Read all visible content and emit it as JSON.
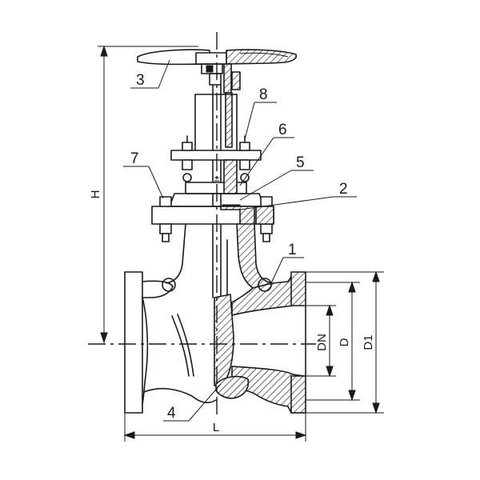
{
  "part_labels": [
    {
      "id": "1",
      "text": "1"
    },
    {
      "id": "2",
      "text": "2"
    },
    {
      "id": "3",
      "text": "3"
    },
    {
      "id": "4",
      "text": "4"
    },
    {
      "id": "5",
      "text": "5"
    },
    {
      "id": "6",
      "text": "6"
    },
    {
      "id": "7",
      "text": "7"
    },
    {
      "id": "8",
      "text": "8"
    }
  ],
  "dimensions": {
    "height": "H",
    "length": "L",
    "nominal_diameter": "DN",
    "diameter": "D",
    "flange_diameter": "D1"
  }
}
